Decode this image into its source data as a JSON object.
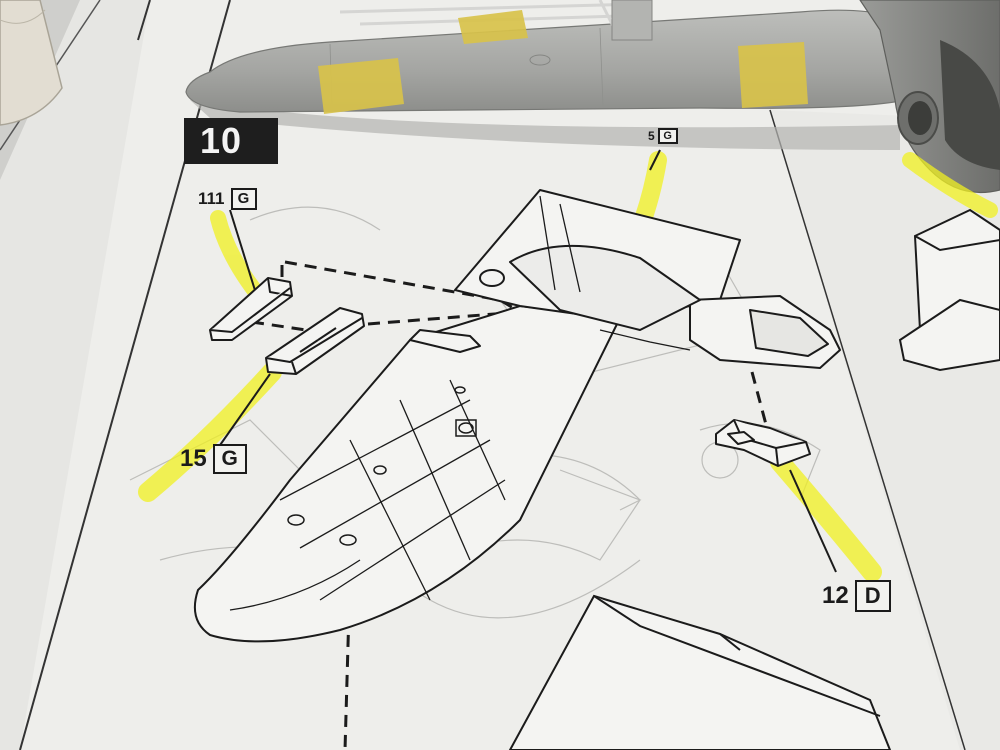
{
  "step": {
    "number": "10"
  },
  "parts": [
    {
      "number": "111",
      "sprue": "G"
    },
    {
      "number": "15",
      "sprue": "G"
    },
    {
      "number": "12",
      "sprue": "D"
    },
    {
      "number": "5",
      "sprue": "G"
    }
  ],
  "colors": {
    "paper": "#eeeeeb",
    "ink": "#1b1b1b",
    "highlighter": "#f0f020",
    "masking_tape": "#d8c24a",
    "model_grey": "#a8a9a6"
  }
}
